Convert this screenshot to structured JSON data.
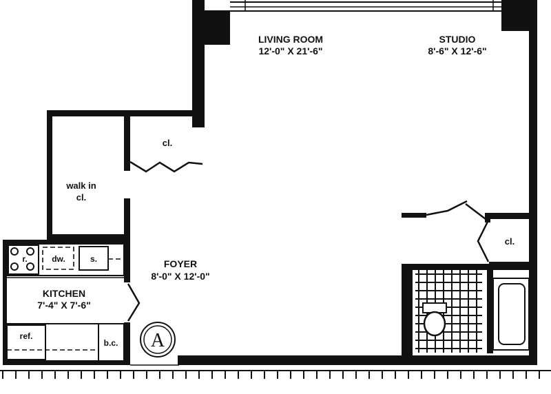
{
  "rooms": {
    "living_room": {
      "name": "LIVING ROOM",
      "dims": "12'-0\" X 21'-6\""
    },
    "studio": {
      "name": "STUDIO",
      "dims": "8'-6\" X 12'-6\""
    },
    "foyer": {
      "name": "FOYER",
      "dims": "8'-0\" X 12'-0\""
    },
    "kitchen": {
      "name": "KITCHEN",
      "dims": "7'-4\" X 7'-6\""
    }
  },
  "closets": {
    "upper_closet": "cl.",
    "walk_in_line1": "walk in",
    "walk_in_line2": "cl.",
    "studio_closet": "cl."
  },
  "kitchen_fixtures": {
    "range": "r.",
    "dishwasher": "dw.",
    "sink": "s.",
    "refrigerator": "ref.",
    "broom_closet": "b.c."
  },
  "unit_marker": "A"
}
